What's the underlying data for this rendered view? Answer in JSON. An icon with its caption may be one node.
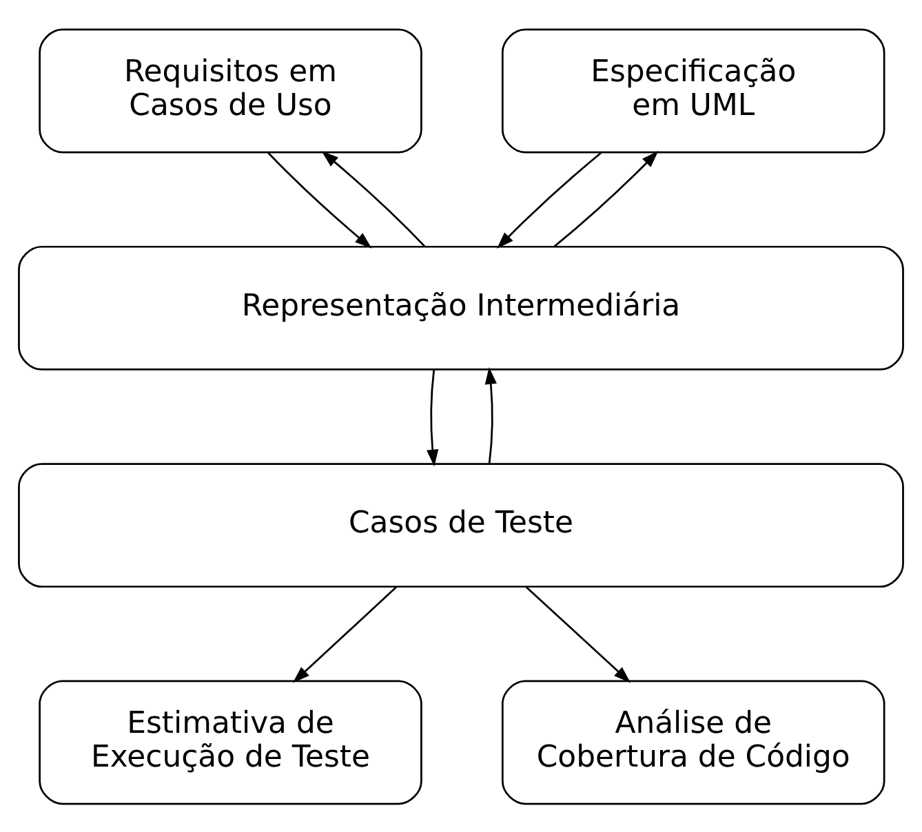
{
  "diagram": {
    "nodes": [
      {
        "text": [
          "Requisitos em Casos de Uso"
        ]
      },
      {
        "text": [
          "Especificação em UML"
        ]
      },
      {
        "text": [
          "Representação Intermediária"
        ]
      },
      {
        "text": [
          "Casos de Teste"
        ]
      },
      {
        "text": [
          "Estimativa de Execução de Teste"
        ]
      },
      {
        "text": [
          "Análise de Cobertura de Código"
        ]
      }
    ],
    "edges": [
      {
        "from": 0,
        "to": 2,
        "arrow": "to"
      },
      {
        "from": 2,
        "to": 0,
        "arrow": "to"
      },
      {
        "from": 1,
        "to": 2,
        "arrow": "to"
      },
      {
        "from": 2,
        "to": 1,
        "arrow": "to"
      },
      {
        "from": 2,
        "to": 3,
        "arrow": "to"
      },
      {
        "from": 3,
        "to": 2,
        "arrow": "to"
      },
      {
        "from": 3,
        "to": 4,
        "arrow": "to"
      },
      {
        "from": 3,
        "to": 5,
        "arrow": "to"
      }
    ]
  }
}
